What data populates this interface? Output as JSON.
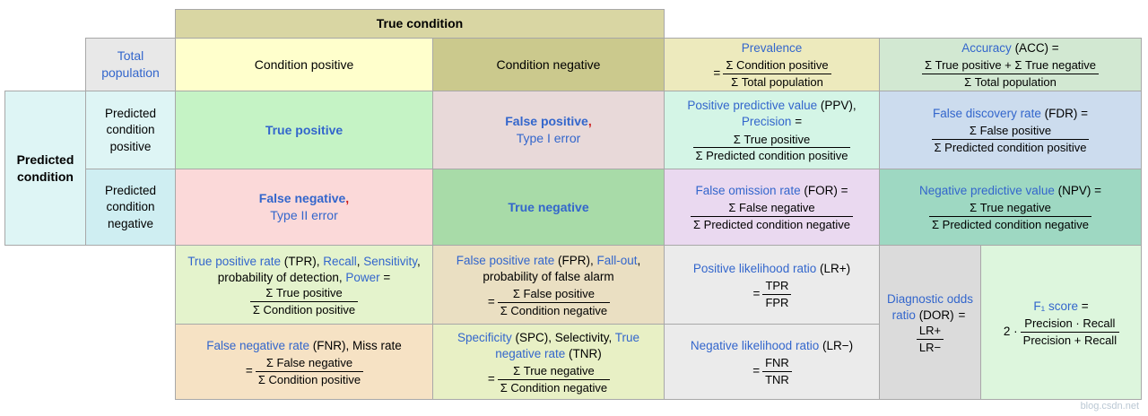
{
  "page": {
    "watermark": "blog.csdn.net"
  },
  "colors": {
    "link_blue": "#3366cc",
    "error_red": "#cc2020",
    "border_gray": "#a8a8a8",
    "true_condition_header": "#d9d6a3",
    "condition_positive": "#ffffcc",
    "condition_negative": "#cbc98d",
    "true_positive": "#c5f3c5",
    "false_positive": "#e8d9d9",
    "false_negative": "#fbd9d9",
    "true_negative": "#a8dba8"
  },
  "table": {
    "true_condition": "True condition",
    "predicted_condition": "Predicted condition"
  },
  "cells": {
    "total_population": "Total population",
    "condition_positive": "Condition positive",
    "condition_negative": "Condition negative",
    "prevalence": {
      "link": "Prevalence",
      "eq": "=",
      "num": "Σ Condition positive",
      "den": "Σ Total population"
    },
    "accuracy": {
      "link": "Accuracy",
      "rest": " (ACC) =",
      "num": "Σ True positive + Σ True negative",
      "den": "Σ Total population"
    },
    "predicted_positive": "Predicted condition positive",
    "predicted_negative": "Predicted condition negative",
    "true_positive": "True positive",
    "false_positive": {
      "link": "False positive",
      "comma": ",",
      "sub": "Type I error"
    },
    "false_negative": {
      "link": "False negative",
      "comma": ",",
      "sub": "Type II error"
    },
    "true_negative": "True negative",
    "ppv": {
      "l1": "Positive predictive value",
      "t1": " (PPV),",
      "l2": "Precision",
      "t2": " =",
      "num": "Σ True positive",
      "den": "Σ Predicted condition positive"
    },
    "fdr": {
      "l1": "False discovery rate",
      "t1": " (FDR) =",
      "num": "Σ False positive",
      "den": "Σ Predicted condition positive"
    },
    "for": {
      "l1": "False omission rate",
      "t1": " (FOR) =",
      "num": "Σ False negative",
      "den": "Σ Predicted condition negative"
    },
    "npv": {
      "l1": "Negative predictive value",
      "t1": " (NPV) =",
      "num": "Σ True negative",
      "den": "Σ Predicted condition negative"
    },
    "tpr": {
      "l1": "True positive rate",
      "t1": " (TPR), ",
      "l2": "Recall",
      "t2": ", ",
      "l3": "Sensitivity",
      "t3": ", probability of detection, ",
      "l4": "Power",
      "t4": " = ",
      "num": "Σ True positive",
      "den": "Σ Condition positive"
    },
    "fpr": {
      "l1": "False positive rate",
      "t1": " (FPR), ",
      "l2": "Fall-out",
      "t2": ", probability of false alarm",
      "eq": "=",
      "num": "Σ False positive",
      "den": "Σ Condition negative"
    },
    "lr_plus": {
      "l1": "Positive likelihood ratio",
      "t1": " (LR+)",
      "eq": "=",
      "num": "TPR",
      "den": "FPR"
    },
    "fnr": {
      "l1": "False negative rate",
      "t1": " (FNR), Miss rate",
      "eq": "=",
      "num": "Σ False negative",
      "den": "Σ Condition positive"
    },
    "spc": {
      "l1": "Specificity",
      "t1": " (SPC), Selectivity, ",
      "l2": "True negative rate",
      "t2": " (TNR)",
      "eq": "=",
      "num": "Σ True negative",
      "den": "Σ Condition negative"
    },
    "lr_minus": {
      "l1": "Negative likelihood ratio",
      "t1": " (LR−)",
      "eq": "=",
      "num": "FNR",
      "den": "TNR"
    },
    "dor": {
      "l1": "Diagnostic odds ratio",
      "t1": " (DOR) ",
      "eq": "=",
      "num": "LR+",
      "den": "LR−"
    },
    "f1": {
      "l1": "F₁ score",
      "t1": " =",
      "eq": "2 ·",
      "num": "Precision · Recall",
      "den": "Precision + Recall"
    }
  }
}
